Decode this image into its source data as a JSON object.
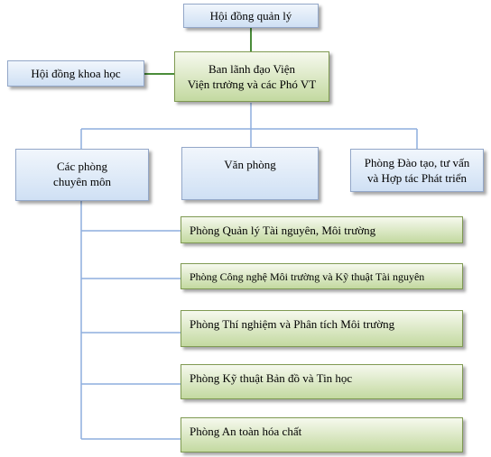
{
  "colors": {
    "connector": "#8eaede",
    "connector_green": "#4a8c3a",
    "box_blue": "#dce8f7",
    "box_green": "#d4e4b8"
  },
  "nodes": {
    "management_board": "Hội đồng quản lý",
    "science_council": "Hội đồng khoa học",
    "leadership_line1": "Ban lãnh đạo Viện",
    "leadership_line2": "Viện trưởng và các Phó VT",
    "specialized_line1": "Các phòng",
    "specialized_line2": "chuyên môn",
    "office": "Văn phòng",
    "training_line1": "Phòng Đào tạo, tư vấn",
    "training_line2": "và Hợp tác Phát triển"
  },
  "departments": [
    "Phòng Quản lý Tài nguyên, Môi trường",
    "Phòng Công nghệ Môi trường và Kỹ thuật Tài nguyên",
    "Phòng Thí nghiệm và Phân tích Môi trường",
    "Phòng Kỹ thuật Bản đồ và Tin học",
    "Phòng An toàn hóa chất"
  ]
}
